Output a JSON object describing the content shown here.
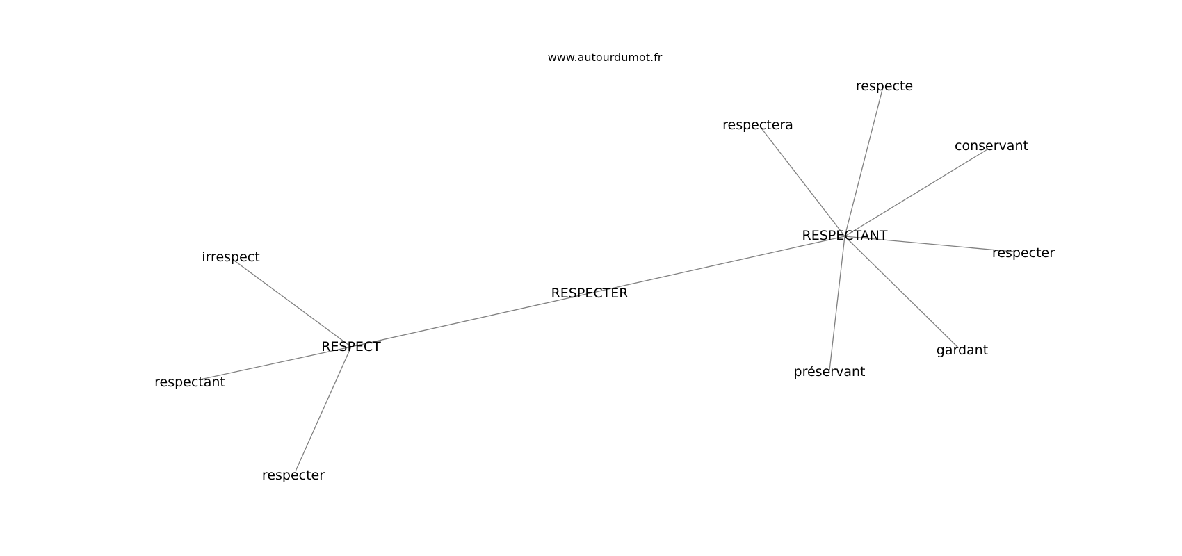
{
  "site": "www.autourdumot.fr",
  "nodes": [
    {
      "id": "respecter_center",
      "label": "RESPECTER"
    },
    {
      "id": "respect",
      "label": "RESPECT"
    },
    {
      "id": "respectant_hub",
      "label": "RESPECTANT"
    },
    {
      "id": "irrespect",
      "label": "irrespect"
    },
    {
      "id": "respectant_leaf",
      "label": "respectant"
    },
    {
      "id": "respecter_left",
      "label": "respecter"
    },
    {
      "id": "respectera",
      "label": "respectera"
    },
    {
      "id": "respecte",
      "label": "respecte"
    },
    {
      "id": "conservant",
      "label": "conservant"
    },
    {
      "id": "respecter_right",
      "label": "respecter"
    },
    {
      "id": "gardant",
      "label": "gardant"
    },
    {
      "id": "preservant",
      "label": "préservant"
    }
  ],
  "edges": [
    [
      "respect",
      "respecter_center"
    ],
    [
      "respecter_center",
      "respectant_hub"
    ],
    [
      "respect",
      "irrespect"
    ],
    [
      "respect",
      "respectant_leaf"
    ],
    [
      "respect",
      "respecter_left"
    ],
    [
      "respectant_hub",
      "respectera"
    ],
    [
      "respectant_hub",
      "respecte"
    ],
    [
      "respectant_hub",
      "conservant"
    ],
    [
      "respectant_hub",
      "respecter_right"
    ],
    [
      "respectant_hub",
      "gardant"
    ],
    [
      "respectant_hub",
      "preservant"
    ]
  ]
}
